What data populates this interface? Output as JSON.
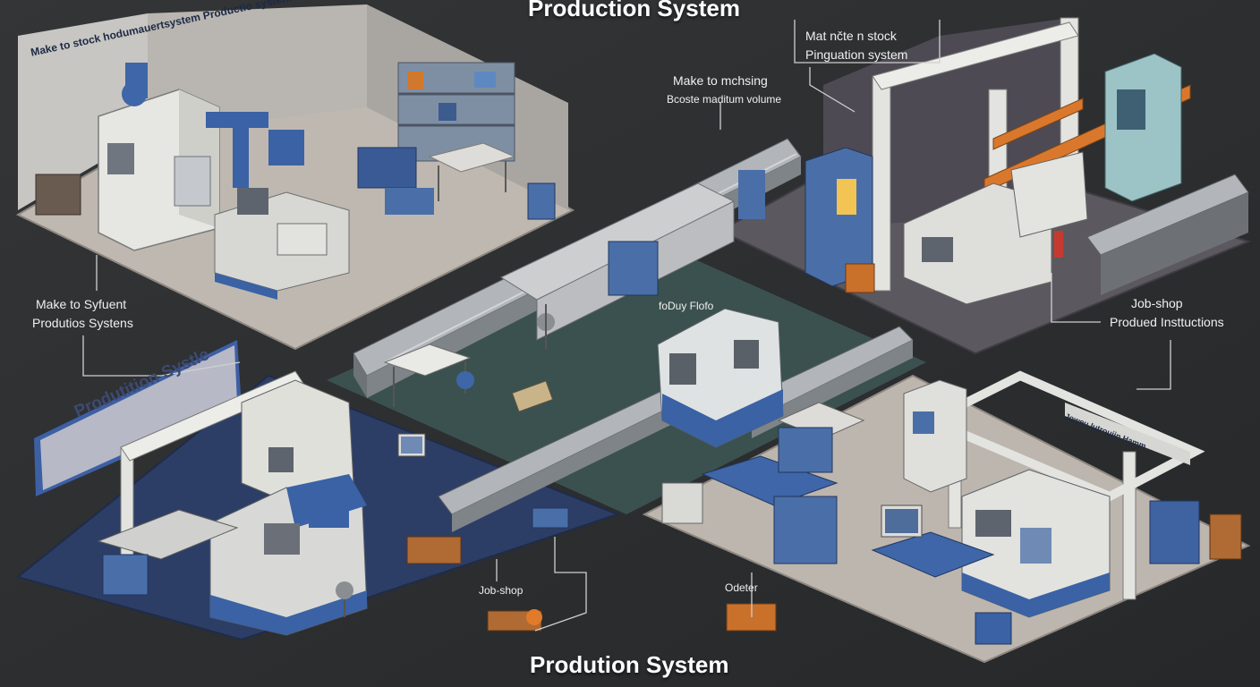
{
  "titles": {
    "top": "Production System",
    "bottom": "Prodution System"
  },
  "signs": {
    "mts_line1": "Make to stock",
    "mts_line2": "hodumauertsystem",
    "mts_line3": "Productio system",
    "prod_wall": "Produtition Systle",
    "job_wall": "Joweu Iutrouiin Hamm"
  },
  "labels": {
    "mts_callout_1": "Mat nčte n stock",
    "mts_callout_2": "Pinguation system",
    "mtm_1": "Make to mchsing",
    "mtm_2": "Bcoste maditum volume",
    "left_1": "Make to Syfuent",
    "left_2": "Produtios Systens",
    "floor": "foDuy Flofo",
    "job_right_1": "Job-shop",
    "job_right_2": "Produed Insttuctions",
    "job_bottom": "Job-shop",
    "order": "Odeter"
  },
  "colors": {
    "background": "#2e3032",
    "floor_light": "#bfb8b1",
    "floor_dark": "#5c5860",
    "floor_teal": "#3d5553",
    "floor_blue": "#2d3e66",
    "machine_blue": "#4a6fa8",
    "machine_white": "#e6e6e2",
    "conveyor": "#9a9ea3",
    "gantry_orange": "#d9782c",
    "accent_orange": "#e07b2a"
  }
}
